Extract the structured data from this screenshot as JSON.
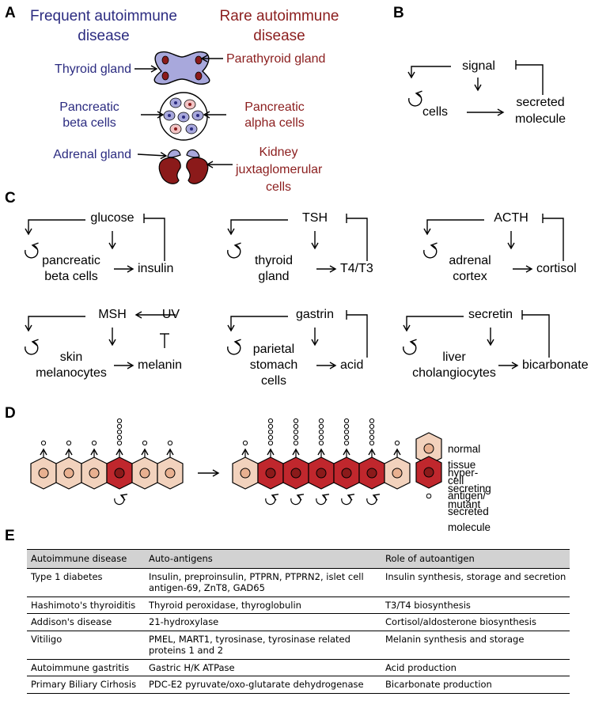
{
  "panels": [
    "A",
    "B",
    "C",
    "D",
    "E"
  ],
  "panel_a": {
    "frequent_header": "Frequent autoimmune disease",
    "rare_header": "Rare autoimmune disease",
    "rows": [
      {
        "frequent": "Thyroid gland",
        "rare": "Parathyroid gland"
      },
      {
        "frequent": "Pancreatic beta cells",
        "rare": "Pancreatic alpha cells"
      },
      {
        "frequent": "Adrenal gland",
        "rare": "Kidney juxtaglomerular cells"
      }
    ]
  },
  "panel_b": {
    "signal": "signal",
    "cells": "cells",
    "secreted": "secreted",
    "molecule": "molecule"
  },
  "panel_c": {
    "loops": [
      {
        "signal": "glucose",
        "cell_lines": [
          "pancreatic",
          "beta cells"
        ],
        "product": "insulin"
      },
      {
        "signal": "TSH",
        "cell_lines": [
          "thyroid",
          "gland"
        ],
        "product": "T4/T3"
      },
      {
        "signal": "ACTH",
        "cell_lines": [
          "adrenal",
          "cortex"
        ],
        "product": "cortisol"
      },
      {
        "signal": "MSH",
        "cell_lines": [
          "skin",
          "melanocytes"
        ],
        "product": "melanin",
        "extra": "UV"
      },
      {
        "signal": "gastrin",
        "cell_lines": [
          "parietal",
          "stomach",
          "cells"
        ],
        "product": "acid"
      },
      {
        "signal": "secretin",
        "cell_lines": [
          "liver",
          "cholangiocytes"
        ],
        "product": "bicarbonate"
      }
    ]
  },
  "panel_d": {
    "legend": [
      "normal tissue cell",
      "hyper-secreting mutant",
      "antigen/ secreted molecule"
    ]
  },
  "colors": {
    "normal_cell": "#f2d2bd",
    "mutant_cell": "#c0272d",
    "blue_text": "#2b2b80",
    "red_text": "#8b1e1e",
    "gland": "#a8a8dc",
    "kidney": "#8b1a1a"
  },
  "table": {
    "headers": [
      "Autoimmune disease",
      "Auto-antigens",
      "Role of autoantigen"
    ],
    "rows": [
      [
        "Type 1 diabetes",
        "Insulin, preproinsulin, PTPRN, PTPRN2, islet cell antigen-69, ZnT8, GAD65",
        "Insulin synthesis, storage and secretion"
      ],
      [
        "Hashimoto's thyroiditis",
        "Thyroid peroxidase, thyroglobulin",
        "T3/T4 biosynthesis"
      ],
      [
        "Addison's disease",
        "21-hydroxylase",
        "Cortisol/aldosterone biosynthesis"
      ],
      [
        "Vitiligo",
        "PMEL, MART1, tyrosinase, tyrosinase related proteins 1 and 2",
        "Melanin synthesis and storage"
      ],
      [
        "Autoimmune gastritis",
        "Gastric H/K ATPase",
        "Acid production"
      ],
      [
        "Primary Biliary Cirhosis",
        "PDC-E2 pyruvate/oxo-glutarate dehydrogenase",
        "Bicarbonate production"
      ]
    ]
  }
}
